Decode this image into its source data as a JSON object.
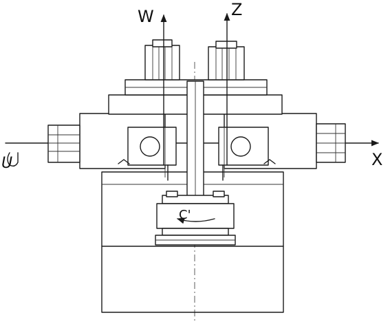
{
  "axes": {
    "w": "W",
    "z": "Z",
    "u": "U",
    "x": "X",
    "c": "C'"
  },
  "colors": {
    "ink": "#1a1a1a",
    "paper": "#ffffff"
  }
}
